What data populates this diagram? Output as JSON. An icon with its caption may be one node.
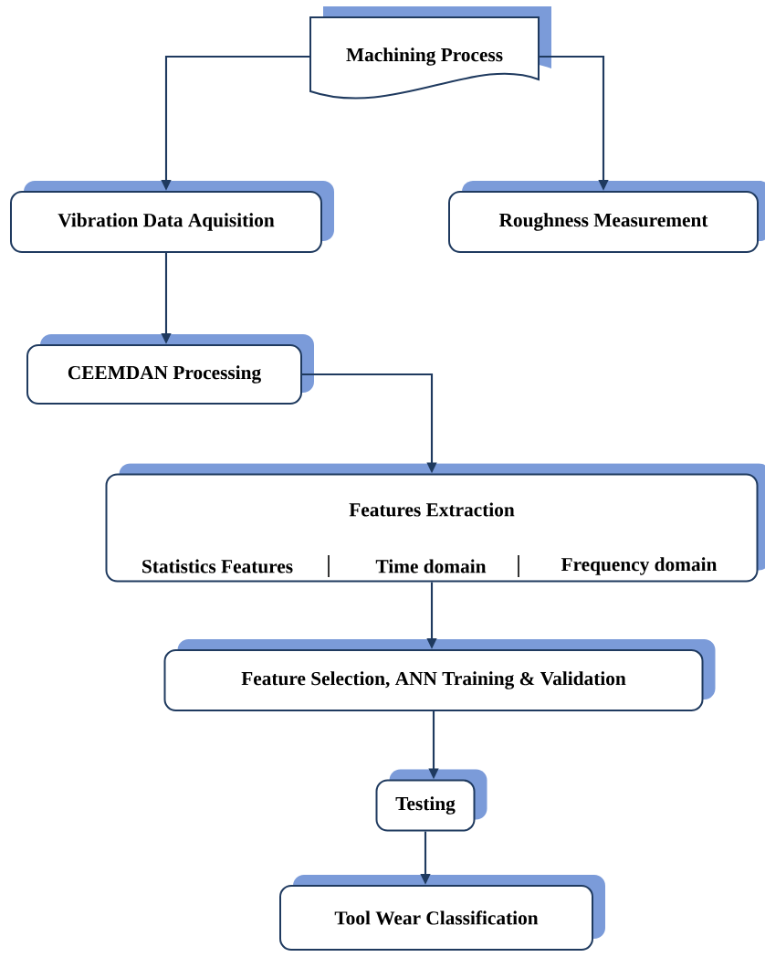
{
  "diagram": {
    "nodes": [
      {
        "text": [
          "Machining Process"
        ]
      },
      {
        "text": [
          "Vibration Data Aquisition"
        ]
      },
      {
        "text": [
          "Roughness Measurement"
        ]
      },
      {
        "text": [
          "CEEMDAN Processing"
        ]
      },
      {
        "text": [
          "Features Extraction",
          "Statistics Features",
          "Time domain",
          "Frequency domain"
        ]
      },
      {
        "text": [
          "Feature Selection, ANN Training & Validation"
        ]
      },
      {
        "text": [
          "Testing"
        ]
      },
      {
        "text": [
          "Tool Wear Classification"
        ]
      }
    ],
    "edges": [
      {
        "from": 0,
        "to": 1,
        "arrow": "to"
      },
      {
        "from": 0,
        "to": 2,
        "arrow": "to"
      },
      {
        "from": 1,
        "to": 3,
        "arrow": "to"
      },
      {
        "from": 3,
        "to": 4,
        "arrow": "to"
      },
      {
        "from": 4,
        "to": 5,
        "arrow": "to"
      },
      {
        "from": 5,
        "to": 6,
        "arrow": "to"
      },
      {
        "from": 6,
        "to": 7,
        "arrow": "to"
      }
    ]
  }
}
